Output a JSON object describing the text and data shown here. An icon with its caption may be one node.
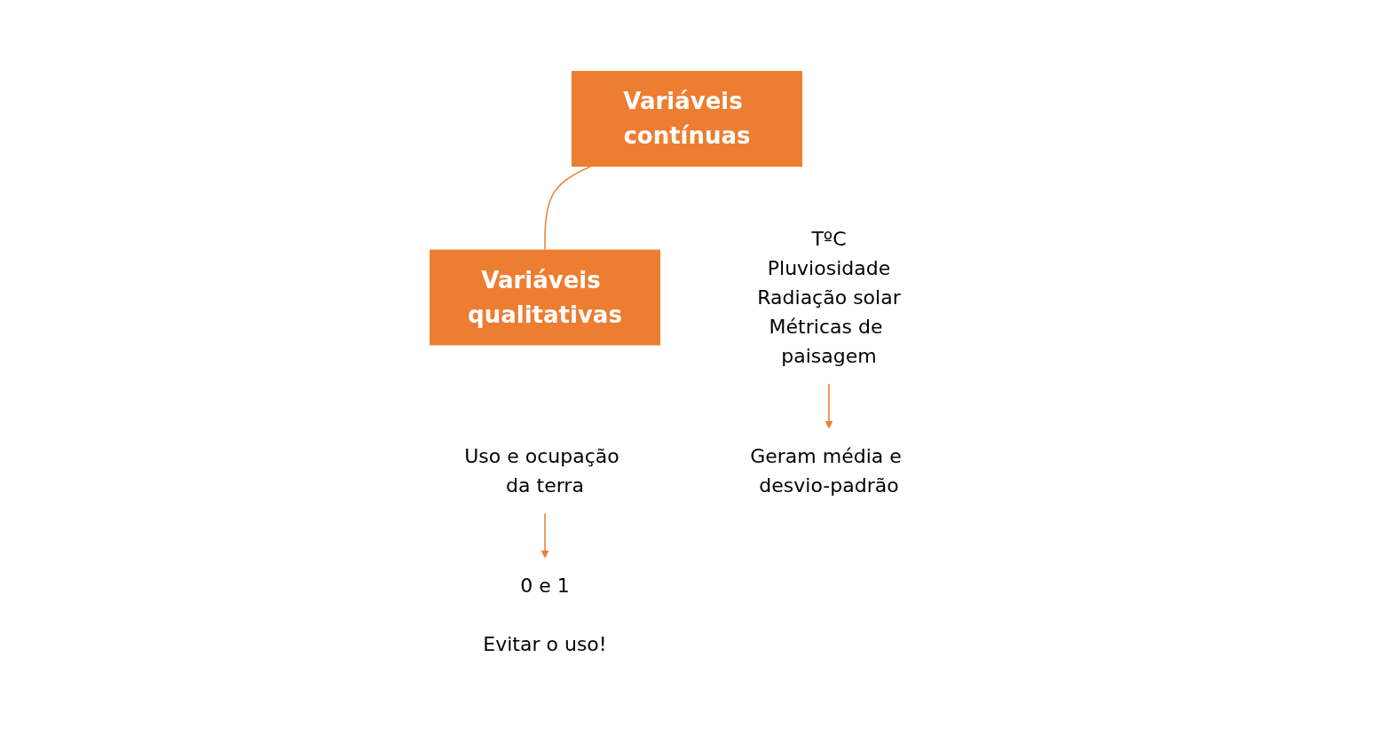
{
  "diagram": {
    "nodes": [
      {
        "text": [
          "Variáveis contínuas"
        ]
      },
      {
        "text": [
          "Variáveis qualitativas"
        ]
      },
      {
        "text": [
          "TºC",
          "Pluviosidade",
          "Radiação solar",
          "Métricas de paisagem"
        ]
      },
      {
        "text": [
          "Uso e ocupação da terra"
        ]
      },
      {
        "text": [
          "Geram média e desvio-padrão"
        ]
      },
      {
        "text": [
          "0 e 1"
        ],
        "beside": [
          "Evitar o uso!"
        ]
      }
    ],
    "edges": [
      {
        "from": 0,
        "to": 1,
        "arrow": "none"
      },
      {
        "from": 2,
        "to": 4,
        "arrow": "to"
      },
      {
        "from": 3,
        "to": 5,
        "arrow": "to"
      }
    ]
  }
}
